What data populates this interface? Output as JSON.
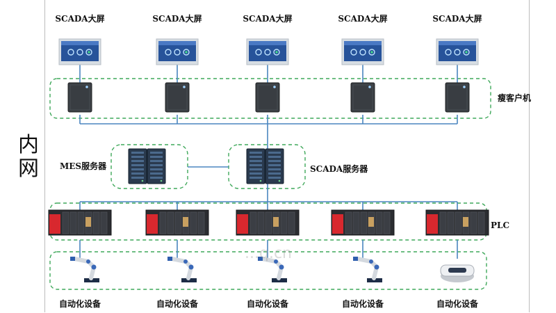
{
  "network_label": [
    "内",
    "网"
  ],
  "screens": [
    {
      "title": "SCADA大屏"
    },
    {
      "title": "SCADA大屏"
    },
    {
      "title": "SCADA大屏"
    },
    {
      "title": "SCADA大屏"
    },
    {
      "title": "SCADA大屏"
    }
  ],
  "clients": {
    "label": "瘦客户机",
    "count": 5
  },
  "servers": [
    {
      "label": "MES服务器"
    },
    {
      "label": "SCADA服务器"
    }
  ],
  "plc": {
    "label": "PLC",
    "count": 5
  },
  "devices": [
    {
      "label": "自动化设备",
      "kind": "robot-arm"
    },
    {
      "label": "自动化设备",
      "kind": "robot-arm"
    },
    {
      "label": "自动化设备",
      "kind": "robot-arm"
    },
    {
      "label": "自动化设备",
      "kind": "robot-arm"
    },
    {
      "label": "自动化设备",
      "kind": "agv"
    }
  ],
  "watermark": "...q.cn",
  "colors": {
    "line": "#4a86c0",
    "dash": "#3fa85a",
    "plc_red": "#d8282e",
    "frame": "#bcbcbc"
  }
}
